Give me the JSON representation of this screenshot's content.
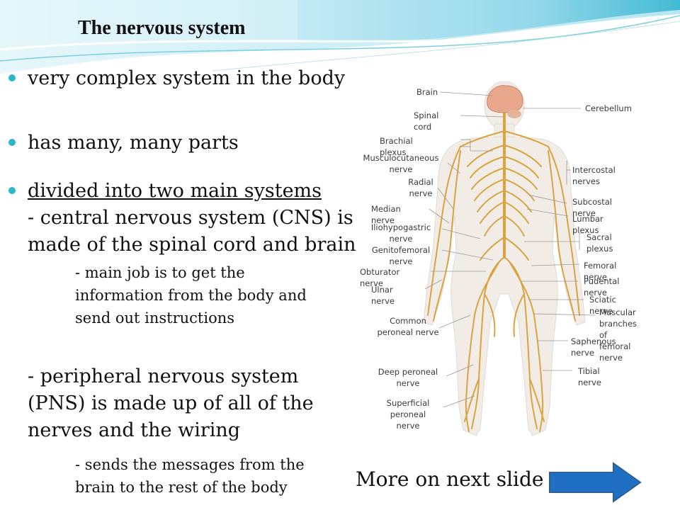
{
  "slide": {
    "title": "The nervous system",
    "bullets": [
      "very complex system in the body",
      "has many, many parts",
      "divided into two main systems"
    ],
    "cns_line1": "- central nervous system (CNS) is",
    "cns_line2": "made of the spinal cord and brain",
    "cns_sub1": "- main job is to get the",
    "cns_sub2": "information from the body and",
    "cns_sub3": "send out instructions",
    "pns_line1": "- peripheral nervous system",
    "pns_line2": "(PNS) is made up of all of the",
    "pns_line3": "nerves and the wiring",
    "pns_sub_dash": "-",
    "pns_sub1": "sends the messages from the",
    "pns_sub2": "brain to the rest of the body",
    "more_text": "More  on next slide"
  },
  "diagram": {
    "left_labels": {
      "brain": "Brain",
      "spinal_cord": "Spinal cord",
      "brachial_plexus": "Brachial plexus",
      "musculocutaneous": "Musculocutaneous\nnerve",
      "radial": "Radial\nnerve",
      "median": "Median nerve",
      "iliohypogastric": "Iliohypogastric\nnerve",
      "genitofemoral": "Genitofemoral\nnerve",
      "obturator": "Obturator nerve",
      "ulnar": "Ulnar nerve",
      "common_peroneal": "Common\nperoneal nerve",
      "deep_peroneal": "Deep peroneal\nnerve",
      "superficial_peroneal": "Superficial\nperoneal\nnerve"
    },
    "right_labels": {
      "cerebellum": "Cerebellum",
      "intercostal": "Intercostal nerves",
      "subcostal": "Subcostal nerve",
      "lumbar": "Lumbar plexus",
      "sacral": "Sacral\nplexus",
      "femoral": "Femoral nerve",
      "pudental": "Pudental nerve",
      "sciatic": "Sciatic nerve",
      "muscular": "Muscular branches\nof femoral nerve",
      "saphenous": "Saphenous nerve",
      "tibial": "Tibial nerve"
    },
    "colors": {
      "skin": "#f1ece6",
      "nerve": "#d9a441",
      "brain": "#e9a88c",
      "bullet": "#2ab7c9",
      "arrow": "#1f6fc2"
    }
  }
}
